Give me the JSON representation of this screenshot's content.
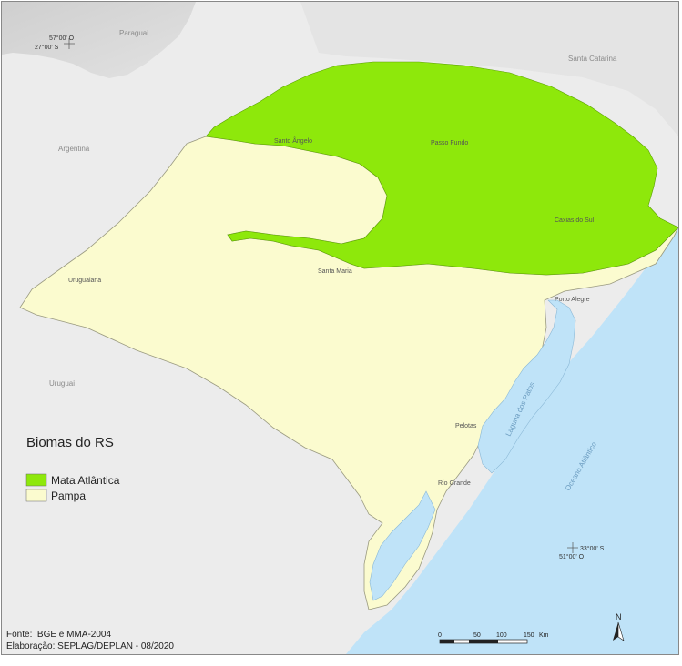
{
  "map": {
    "title": "Biomas do RS",
    "colors": {
      "mata_atlantica": "#8ee80b",
      "pampa": "#fbfbcf",
      "ocean": "#bfe3f8",
      "neighbors": "#ececec",
      "dark_relief": "#d4d4d4"
    },
    "neighbors": {
      "paraguai": "Paraguai",
      "argentina": "Argentina",
      "uruguai": "Uruguai",
      "santa_catarina": "Santa Catarina"
    },
    "water": {
      "laguna": "Laguna dos Patos",
      "oceano": "Oceano Atlântico"
    },
    "cities": {
      "santo_angelo": "Santo Ângelo",
      "passo_fundo": "Passo Fundo",
      "caxias": "Caxias do Sul",
      "santa_maria": "Santa Maria",
      "uruguaiana": "Uruguaiana",
      "porto_alegre": "Porto Alegre",
      "pelotas": "Pelotas",
      "rio_grande": "Rio Grande"
    },
    "graticule": {
      "nw_lon": "57°00' O",
      "nw_lat": "27°00' S",
      "se_lat": "33°00' S",
      "se_lon": "51°00' O"
    },
    "legend": {
      "items": [
        {
          "label": "Mata Atlântica",
          "color": "#8ee80b"
        },
        {
          "label": "Pampa",
          "color": "#fbfbcf"
        }
      ]
    },
    "scale": {
      "labels": [
        "0",
        "50",
        "100",
        "150"
      ],
      "unit": "Km"
    },
    "north": "N",
    "footer": {
      "source": "Fonte: IBGE e MMA-2004",
      "elaboration": "Elaboração: SEPLAG/DEPLAN - 08/2020"
    }
  }
}
